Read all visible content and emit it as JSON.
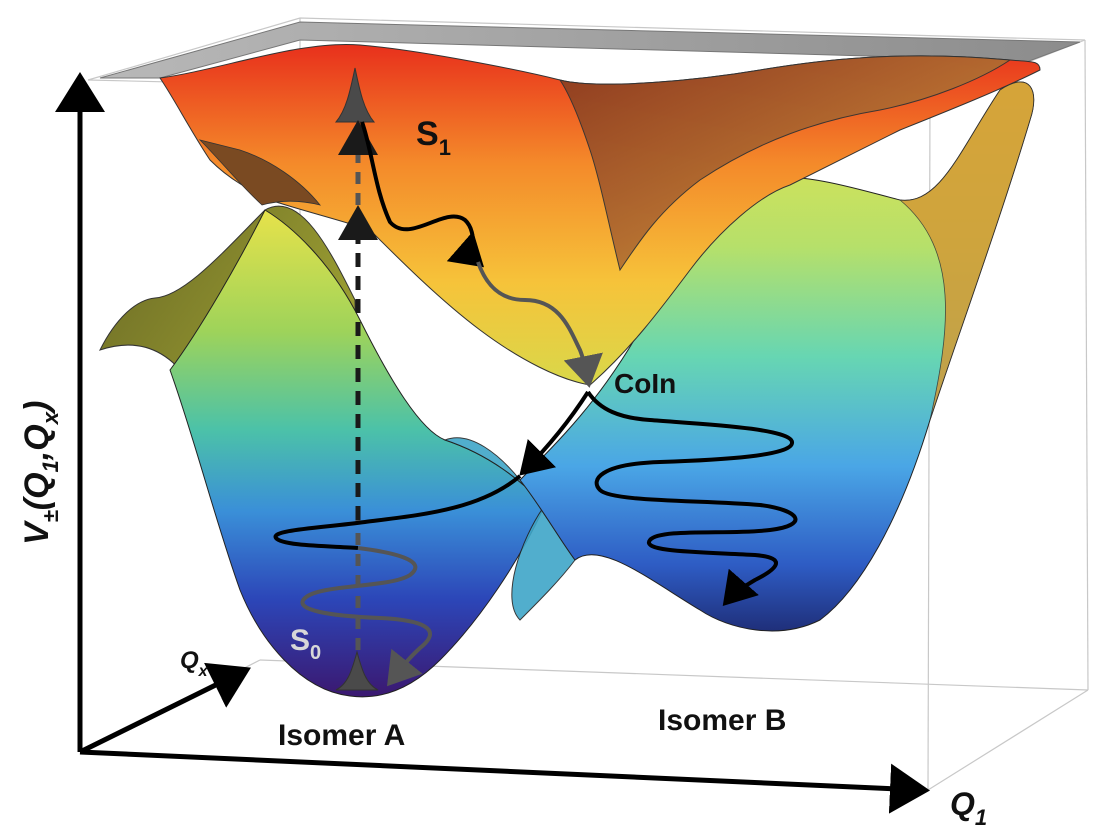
{
  "diagram": {
    "y_axis_label": {
      "main": "V",
      "sub_pm": "±",
      "paren_open": "(Q",
      "sub1": "1",
      "comma": ",Q",
      "subx": "x",
      "paren_close": ")"
    },
    "x_axis_label": {
      "main": "Q",
      "sub": "1"
    },
    "depth_axis_label": {
      "main": "Q",
      "sub": "x"
    },
    "surface_labels": {
      "upper": {
        "main": "S",
        "sub": "1"
      },
      "lower": {
        "main": "S",
        "sub": "0"
      },
      "conical": "CoIn"
    },
    "minima_labels": {
      "left": "Isomer A",
      "right": "Isomer B"
    },
    "colors": {
      "axis": "#000000",
      "path_dark": "#000000",
      "path_gray": "#555555",
      "excitation_arrow": "#1a1a1a",
      "wavepacket": "#4a4a4a",
      "s0_label": "#d8d8d8"
    }
  }
}
